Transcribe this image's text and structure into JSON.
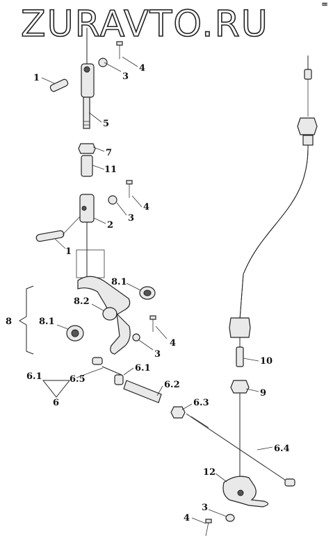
{
  "watermark": "ZURAVTO.RU",
  "corner_mark": "=",
  "labels": {
    "l1_top": "1",
    "l3_top": "3",
    "l4_top": "4",
    "l5": "5",
    "l7": "7",
    "l11": "11",
    "l4_mid": "4",
    "l3_mid": "3",
    "l2": "2",
    "l1_mid": "1",
    "l8_1_top": "8.1",
    "l8_2": "8.2",
    "l8": "8",
    "l8_1_bot": "8.1",
    "l4_b": "4",
    "l3_b": "3",
    "l6_1_left": "6.1",
    "l6_5": "6.5",
    "l6": "6",
    "l6_1_right": "6.1",
    "l6_2": "6.2",
    "l6_3": "6.3",
    "l6_4": "6.4",
    "l10": "10",
    "l9": "9",
    "l12": "12",
    "l3_bot": "3",
    "l4_bot": "4"
  }
}
